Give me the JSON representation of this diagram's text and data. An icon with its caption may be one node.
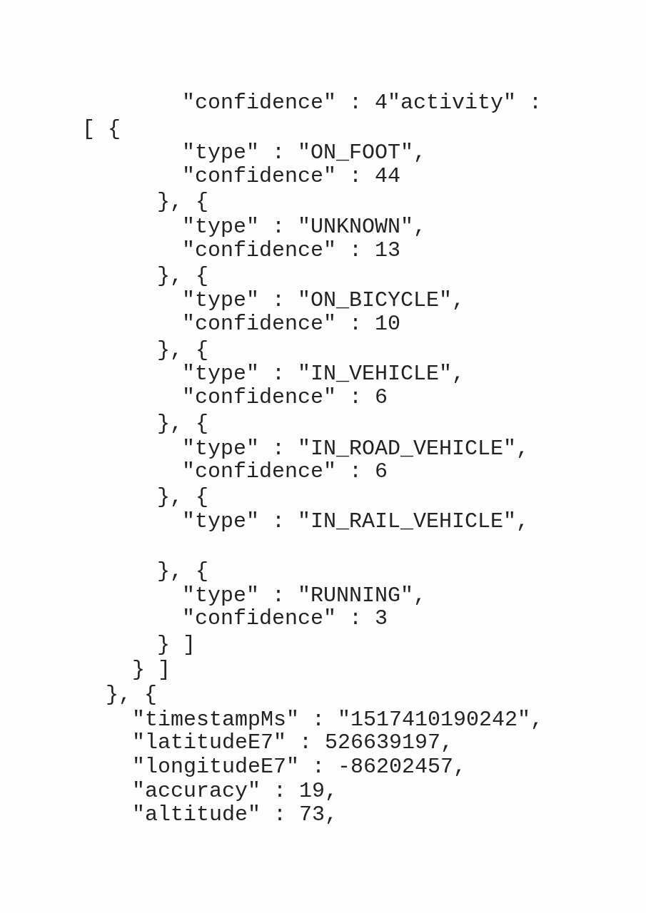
{
  "diagram": {
    "labels": [
      "\"confidence\" : 4\"activity\" :",
      "[ {",
      "\"type\" : \"ON_FOOT\",",
      "\"confidence\" : 44",
      "}, {",
      "\"type\" : \"UNKNOWN\",",
      "\"confidence\" : 13",
      "}, {",
      "\"type\" : \"ON_BICYCLE\",",
      "\"confidence\" : 10",
      "}, {",
      "\"type\" : \"IN_VEHICLE\",",
      "\"confidence\" : 6",
      "}, {",
      "\"type\" : \"IN_ROAD_VEHICLE\",",
      "\"confidence\" : 6",
      "}, {",
      "\"type\" : \"IN_RAIL_VEHICLE\",",
      "}, {",
      "\"type\" : \"RUNNING\",",
      "\"confidence\" : 3",
      "} ]",
      "} ]",
      "}, {",
      "\"timestampMs\" : \"1517410190242\",",
      "\"latitudeE7\" : 526639197,",
      "\"longitudeE7\" : -86202457,",
      "\"accuracy\" : 19,",
      "\"altitude\" : 73,"
    ]
  }
}
